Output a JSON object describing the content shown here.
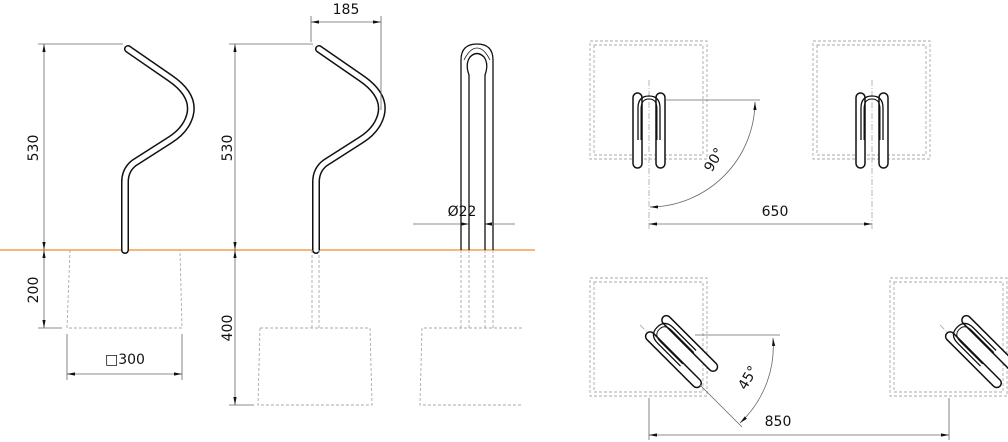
{
  "colors": {
    "ground_line": "#f0a050",
    "outline": "#111111",
    "hidden": "#aaaaaa"
  },
  "dimensions": {
    "height_above_ground_1": "530",
    "depth_below_ground_1": "200",
    "block_size": "□300",
    "height_above_ground_2": "530",
    "depth_below_ground_2": "400",
    "width": "185",
    "tube_diameter": "Ø22",
    "angle_straight": "90°",
    "spacing_straight": "650",
    "angle_diagonal": "45°",
    "spacing_diagonal": "850"
  }
}
